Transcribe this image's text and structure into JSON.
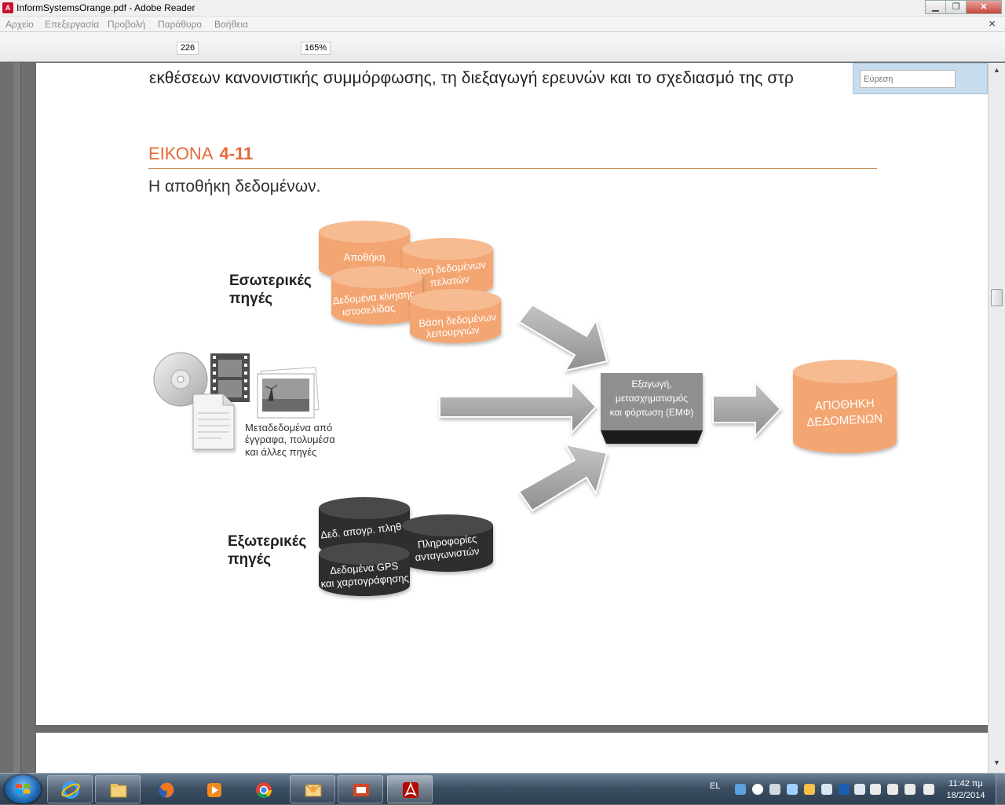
{
  "window": {
    "title": "InformSystemsOrange.pdf - Adobe Reader",
    "buttons": {
      "minimize": "▁",
      "maximize": "❐",
      "close": "✕"
    }
  },
  "menu": {
    "items": [
      "Αρχείο",
      "Επεξεργασία",
      "Προβολή",
      "Παράθυρο",
      "Βοήθεια"
    ],
    "close": "×"
  },
  "toolbar": {
    "page_number": "226",
    "zoom": "165%"
  },
  "find": {
    "placeholder": "Εύρεση"
  },
  "document": {
    "body_line": "εκθέσεων κανονιστικής συμμόρφωσης, τη διεξαγωγή ερευνών και το σχεδιασμό της στρ",
    "figure_label": "ΕΙΚΟΝΑ",
    "figure_number": "4-11",
    "figure_caption": "Η αποθήκη δεδομένων."
  },
  "diagram": {
    "internal_sources_line1": "Εσωτερικές",
    "internal_sources_line2": "πηγές",
    "internal_dbs": [
      {
        "line1": "Αποθήκη",
        "line2": ""
      },
      {
        "line1": "Βάση δεδομένων",
        "line2": "πελατών"
      },
      {
        "line1": "Δεδομένα κίνησης",
        "line2": "ιστοσελίδας"
      },
      {
        "line1": "Βάση δεδομένων",
        "line2": "λειτουργιών"
      }
    ],
    "media_caption_lines": [
      "Μεταδεδομένα από",
      "έγγραφα, πολυμέσα",
      "και άλλες πηγές"
    ],
    "external_sources_line1": "Εξωτερικές",
    "external_sources_line2": "πηγές",
    "external_dbs": [
      {
        "line1": "Δεδ. απογρ. πληθ.",
        "line2": ""
      },
      {
        "line1": "Πληροφορίες",
        "line2": "ανταγωνιστών"
      },
      {
        "line1": "Δεδομένα GPS",
        "line2": "και χαρτογράφησης"
      }
    ],
    "etl_lines": [
      "Εξαγωγή,",
      "μετασχηματισμός",
      "και φόρτωση (ΕΜΦ)"
    ],
    "warehouse_line1": "ΑΠΟΘΗΚΗ",
    "warehouse_line2": "ΔΕΔΟΜΕΝΩΝ",
    "colors": {
      "orange": "#f3a572",
      "dark": "#2f2f2f",
      "arrow": "#a3a3a3",
      "accent": "#e46b38"
    }
  },
  "taskbar": {
    "apps": [
      "internet-explorer",
      "file-explorer",
      "firefox",
      "media-player",
      "chrome",
      "outlook",
      "powerpoint",
      "adobe-reader"
    ],
    "language": "EL",
    "time": "11:42 πμ",
    "date": "18/2/2014"
  }
}
